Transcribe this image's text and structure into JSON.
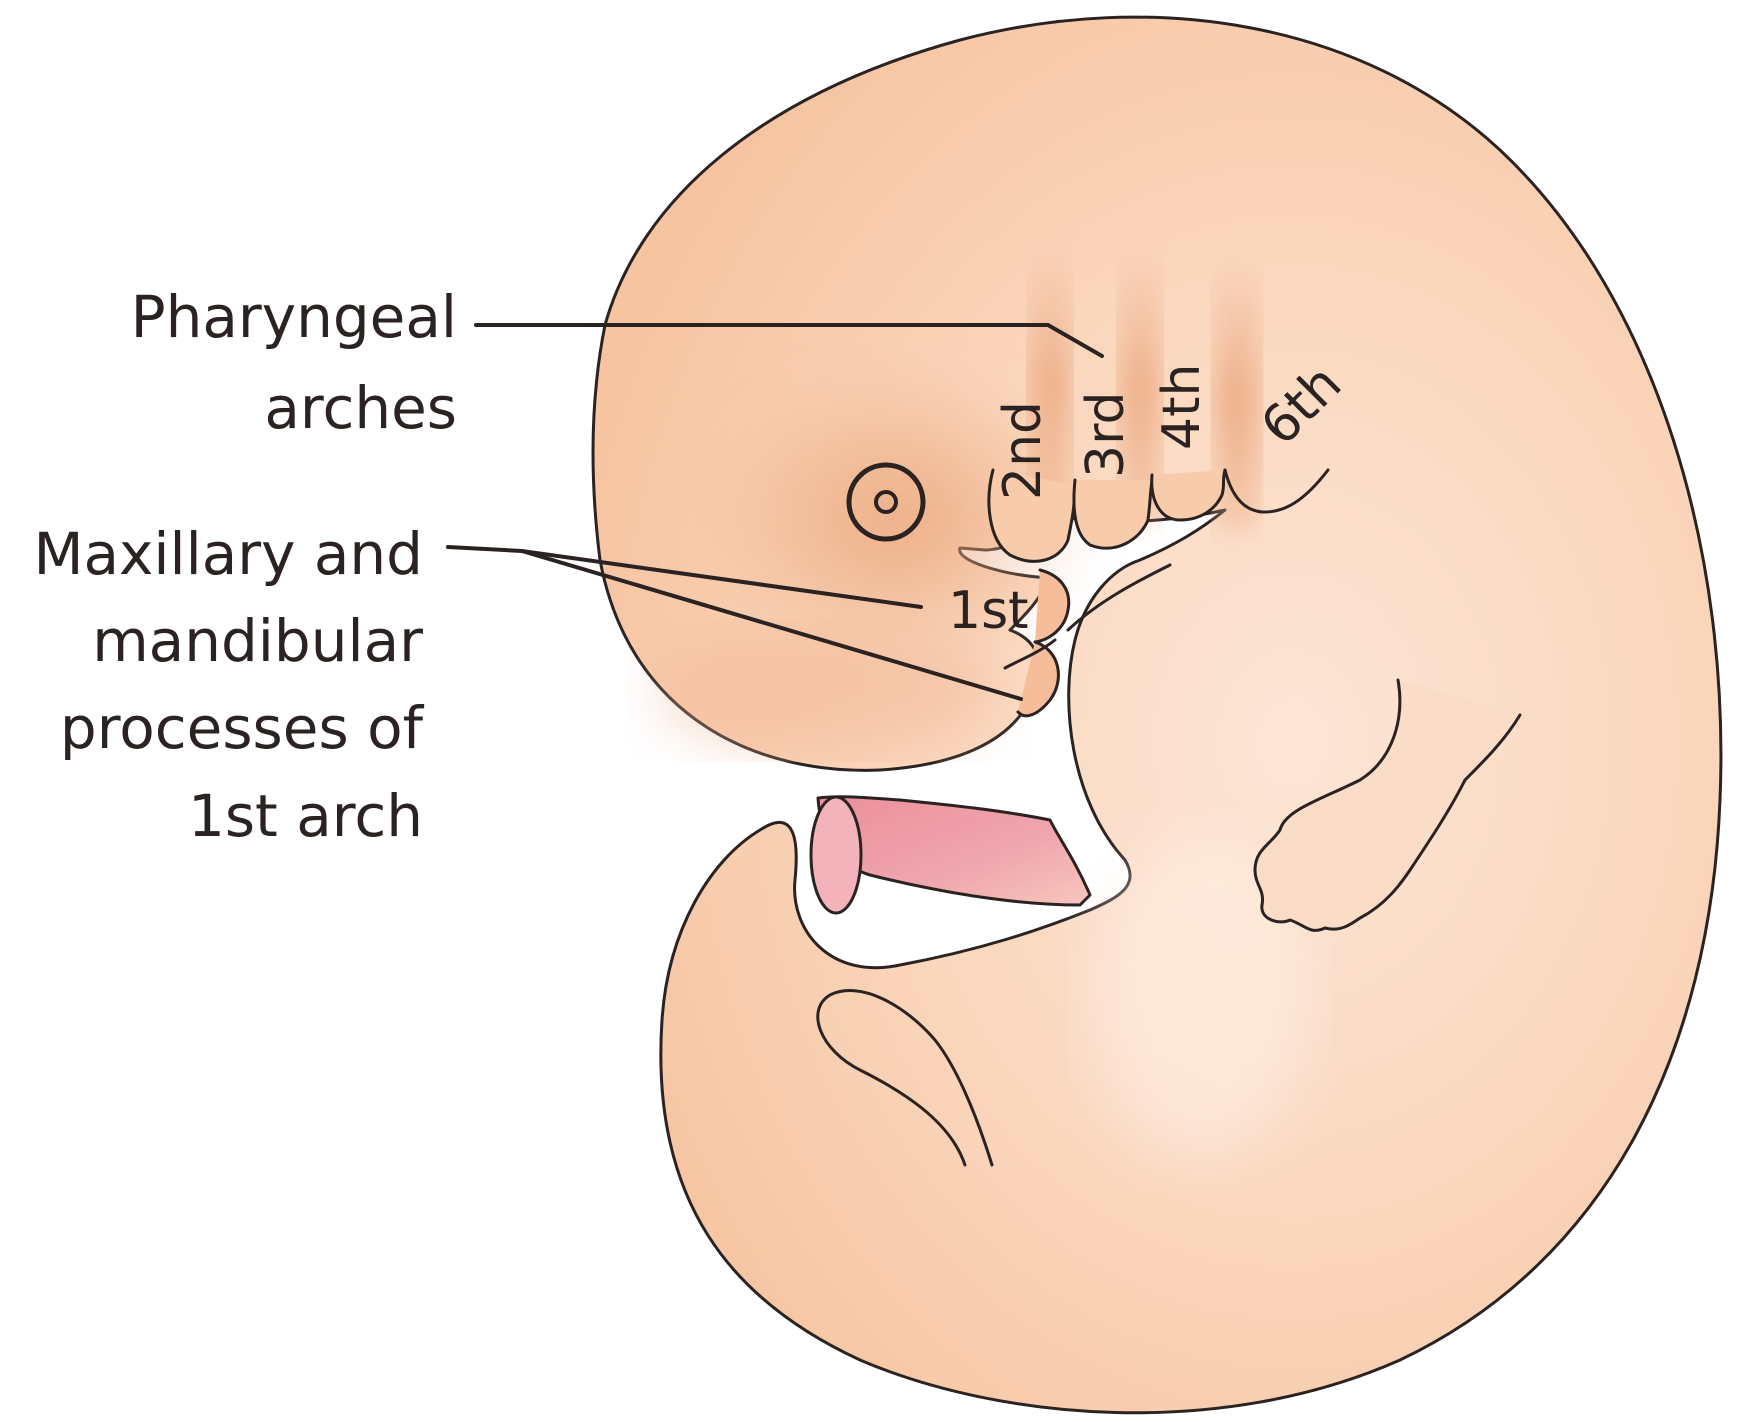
{
  "labels": {
    "pharyngeal": [
      "Pharyngeal",
      "arches"
    ],
    "processes": [
      "Maxillary and",
      "mandibular",
      "processes of",
      "1st arch"
    ]
  },
  "arches": {
    "first": "1st",
    "second": "2nd",
    "third": "3rd",
    "fourth": "4th",
    "sixth": "6th"
  },
  "colors": {
    "skin": "#f9d2b4",
    "skin_dark": "#eeaf86",
    "skin_light": "#fce3d0",
    "cord": "#e98d99",
    "cord_end": "#f2b5bd",
    "line": "#2a2321"
  }
}
